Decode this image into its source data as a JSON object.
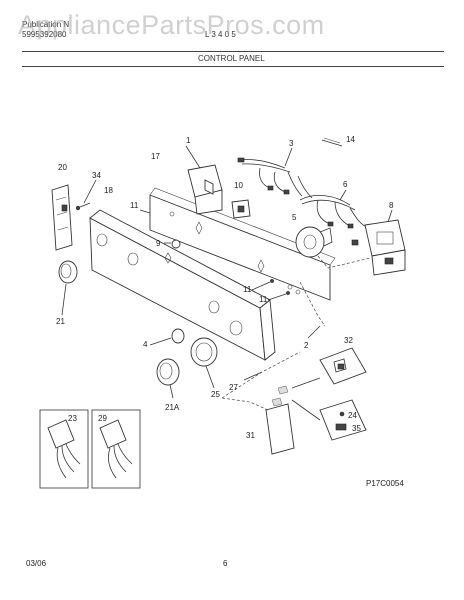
{
  "watermark": "AppliancePartsPros.com",
  "header": {
    "left_line1": "Publication N",
    "left_line2": "5995392080",
    "model": "L      3 4 0 5",
    "section_title": "CONTROL PANEL"
  },
  "callouts": {
    "c1": "1",
    "c2": "2",
    "c3": "3",
    "c4": "4",
    "c5": "5",
    "c6": "6",
    "c8": "8",
    "c9": "9",
    "c10": "10",
    "c11a": "11",
    "c11b": "11",
    "c11c": "11",
    "c14": "14",
    "c17": "17",
    "c18": "18",
    "c20": "20",
    "c21": "21",
    "c21a": "21A",
    "c23": "23",
    "c24": "24",
    "c25": "25",
    "c27": "27",
    "c29": "29",
    "c31": "31",
    "c32": "32",
    "c34": "34",
    "c35": "35"
  },
  "figure_code": "P17C0054",
  "footer": {
    "date": "03/06",
    "page": "6"
  },
  "colors": {
    "line": "#333333",
    "watermark": "#aaaaaa"
  }
}
